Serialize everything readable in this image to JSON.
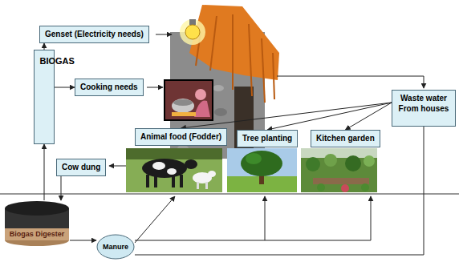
{
  "diagram": {
    "nodes": [
      {
        "text": [
          "Genset (Electricity needs)"
        ]
      },
      {
        "text": [
          "BIOGAS"
        ]
      },
      {
        "text": [
          "Cooking needs"
        ]
      },
      {
        "text": [
          "Waste water From houses"
        ]
      },
      {
        "text": [
          "Animal food (Fodder)"
        ]
      },
      {
        "text": [
          "Tree planting"
        ]
      },
      {
        "text": [
          "Kitchen garden"
        ]
      },
      {
        "text": [
          "Cow dung"
        ]
      },
      {
        "text": [
          "Biogas Digester"
        ]
      },
      {
        "text": [
          "Manure"
        ]
      }
    ],
    "edges": [
      {
        "from": 8,
        "to": 1,
        "arrow": "to"
      },
      {
        "from": 1,
        "to": 0,
        "arrow": "to"
      },
      {
        "from": 1,
        "to": 2,
        "arrow": "to"
      },
      {
        "from": 3,
        "to": 4,
        "arrow": "to"
      },
      {
        "from": 3,
        "to": 5,
        "arrow": "to"
      },
      {
        "from": 3,
        "to": 6,
        "arrow": "to"
      },
      {
        "from": 7,
        "to": 8,
        "arrow": "to"
      },
      {
        "from": 8,
        "to": 9,
        "arrow": "to"
      },
      {
        "from": 3,
        "to": 9,
        "arrow": "none"
      }
    ]
  }
}
